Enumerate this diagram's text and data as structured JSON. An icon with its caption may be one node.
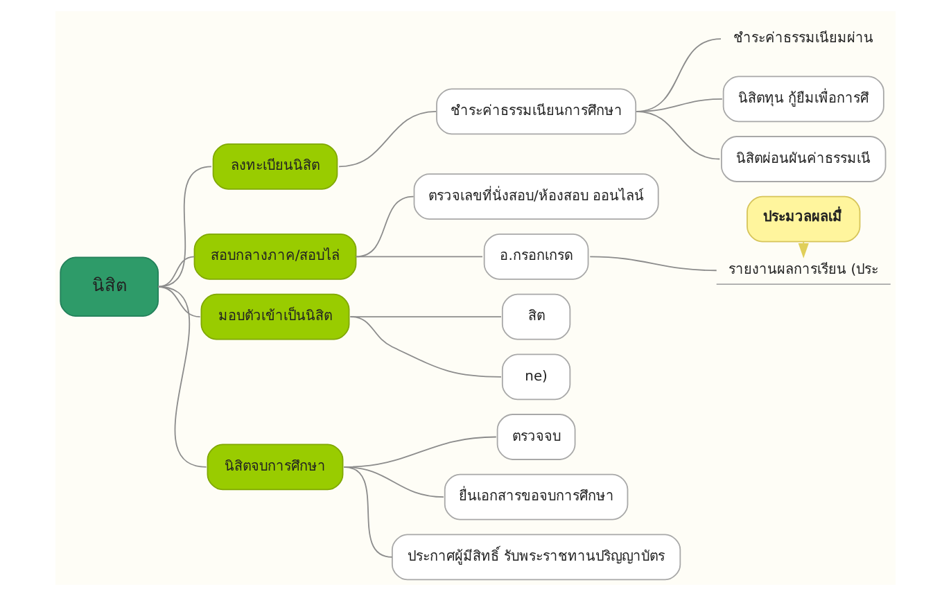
{
  "diagram": {
    "nodes": [
      {
        "text": [
          "นิสิต"
        ]
      },
      {
        "text": [
          "ลงทะเบียนนิสิต"
        ]
      },
      {
        "text": [
          "ชำระค่าธรรมเนียนการศึกษา"
        ]
      },
      {
        "text": [
          "ชำระค่าธรรมเนียมผ่าน"
        ]
      },
      {
        "text": [
          "นิสิตทุน กู้ยืมเพื่อการศึ"
        ]
      },
      {
        "text": [
          "นิสิตผ่อนผันค่าธรรมเนี"
        ]
      },
      {
        "text": [
          "สอบกลางภาค/สอบไล่"
        ]
      },
      {
        "text": [
          "ตรวจเลขที่นั่งสอบ/ห้องสอบ ออนไลน์"
        ]
      },
      {
        "text": [
          "อ.กรอกเกรด"
        ]
      },
      {
        "text": [
          "รายงานผลการเรียน (ประ"
        ]
      },
      {
        "text": [
          "ประมวลผลเมื่"
        ]
      },
      {
        "text": [
          "มอบตัวเข้าเป็นนิสิต"
        ]
      },
      {
        "text": [
          "สิต"
        ]
      },
      {
        "text": [
          "ne)"
        ]
      },
      {
        "text": [
          "นิสิตจบการศึกษา"
        ]
      },
      {
        "text": [
          "ตรวจจบ"
        ]
      },
      {
        "text": [
          "ยื่นเอกสารขอจบการศึกษา"
        ]
      },
      {
        "text": [
          "ประกาศผู้มีสิทธิ์ รับพระราชทานปริญญาบัตร"
        ]
      }
    ],
    "edges": [
      {
        "from": 0,
        "to": 1,
        "arrow": "none"
      },
      {
        "from": 1,
        "to": 2,
        "arrow": "none"
      },
      {
        "from": 2,
        "to": 3,
        "arrow": "none"
      },
      {
        "from": 2,
        "to": 4,
        "arrow": "none"
      },
      {
        "from": 2,
        "to": 5,
        "arrow": "none"
      },
      {
        "from": 0,
        "to": 6,
        "arrow": "none"
      },
      {
        "from": 6,
        "to": 7,
        "arrow": "none"
      },
      {
        "from": 6,
        "to": 8,
        "arrow": "none"
      },
      {
        "from": 8,
        "to": 9,
        "arrow": "none"
      },
      {
        "from": 10,
        "to": 9,
        "arrow": "to",
        "color": "#e0cf5a"
      },
      {
        "from": 0,
        "to": 11,
        "arrow": "none"
      },
      {
        "from": 11,
        "to": 12,
        "arrow": "none"
      },
      {
        "from": 11,
        "to": 13,
        "arrow": "none"
      },
      {
        "from": 0,
        "to": 14,
        "arrow": "none"
      },
      {
        "from": 14,
        "to": 15,
        "arrow": "none"
      },
      {
        "from": 14,
        "to": 16,
        "arrow": "none"
      },
      {
        "from": 14,
        "to": 17,
        "arrow": "none"
      }
    ]
  }
}
